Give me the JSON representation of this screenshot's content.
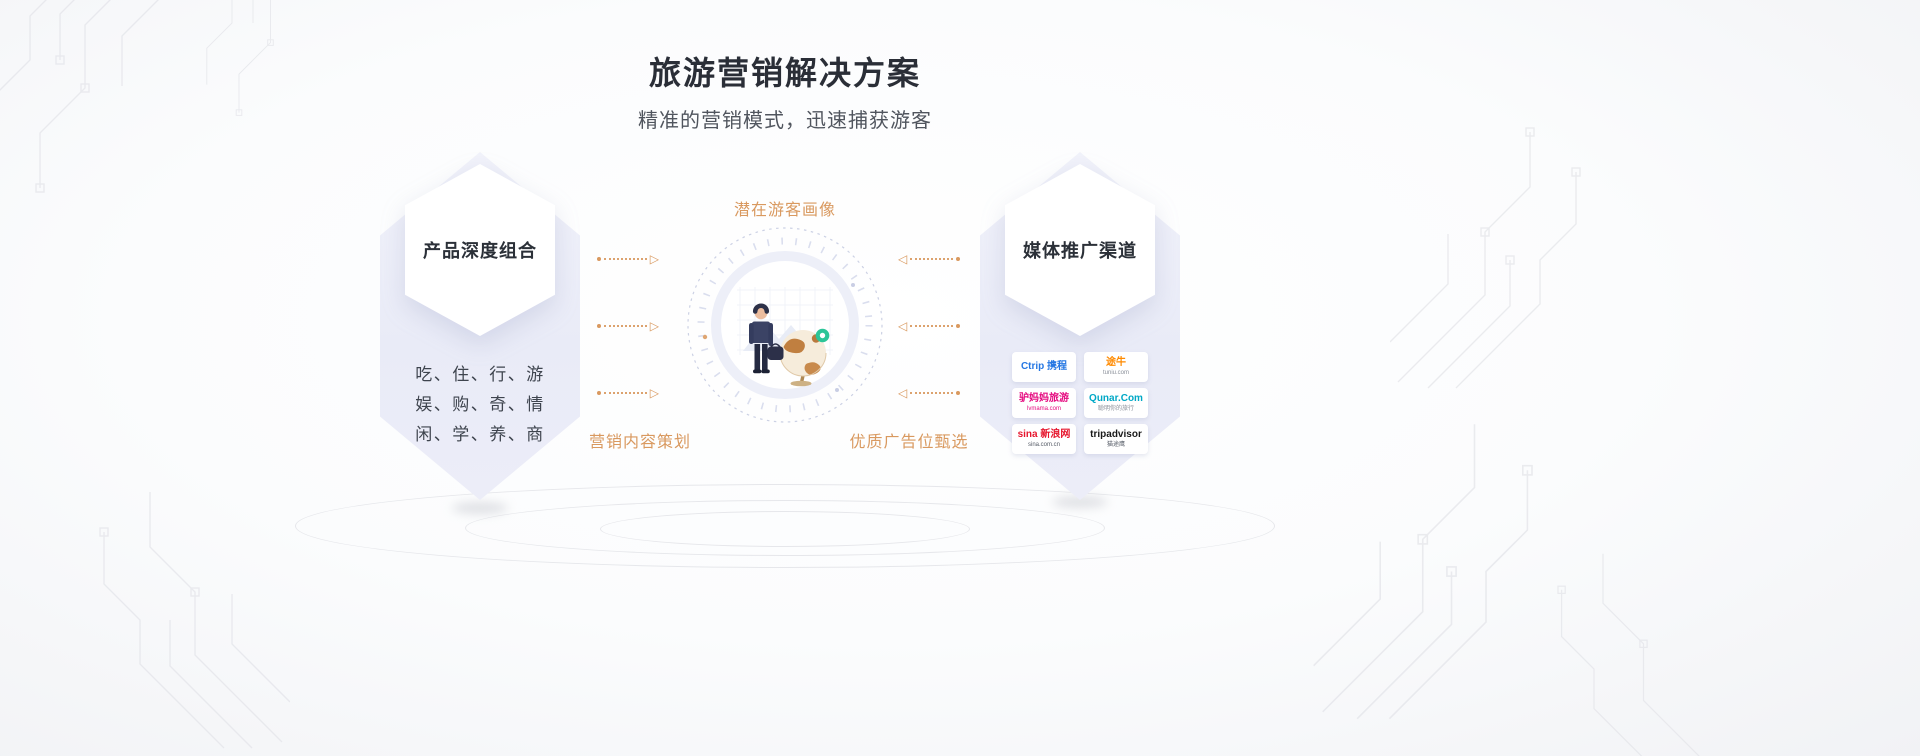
{
  "theme": {
    "accent": "#D9995F"
  },
  "header": {
    "title": "旅游营销解决方案",
    "subtitle": "精准的营销模式，迅速捕获游客"
  },
  "left_card": {
    "title": "产品深度组合",
    "lines": [
      "吃、住、行、游",
      "娱、购、奇、情",
      "闲、学、养、商"
    ]
  },
  "diagram": {
    "top_label": "潜在游客画像",
    "bottom_left_label": "营销内容策划",
    "bottom_right_label": "优质广告位甄选"
  },
  "right_card": {
    "title": "媒体推广渠道",
    "logos": [
      {
        "id": "ctrip",
        "main": "Ctrip 携程",
        "sub": "",
        "color": "#2577E3",
        "sub_color": "#2577E3"
      },
      {
        "id": "tuniu",
        "main": "途牛",
        "sub": "tuniu.com",
        "color": "#FF8A00",
        "sub_color": "#8A8F99"
      },
      {
        "id": "lvmama",
        "main": "驴妈妈旅游",
        "sub": "lvmama.com",
        "color": "#E5097F",
        "sub_color": "#E5097F"
      },
      {
        "id": "qunar",
        "main": "Qunar.Com",
        "sub": "聪明你的旅行",
        "color": "#00A8C6",
        "sub_color": "#8A8F99"
      },
      {
        "id": "sina",
        "main": "sina 新浪网",
        "sub": "sina.com.cn",
        "color": "#E6162D",
        "sub_color": "#555B66"
      },
      {
        "id": "tripadvisor",
        "main": "tripadvisor",
        "sub": "猫途鹰",
        "color": "#1A1A1A",
        "sub_color": "#555B66"
      }
    ]
  },
  "icons": {
    "arrow_right": "▷",
    "arrow_left": "◁"
  }
}
